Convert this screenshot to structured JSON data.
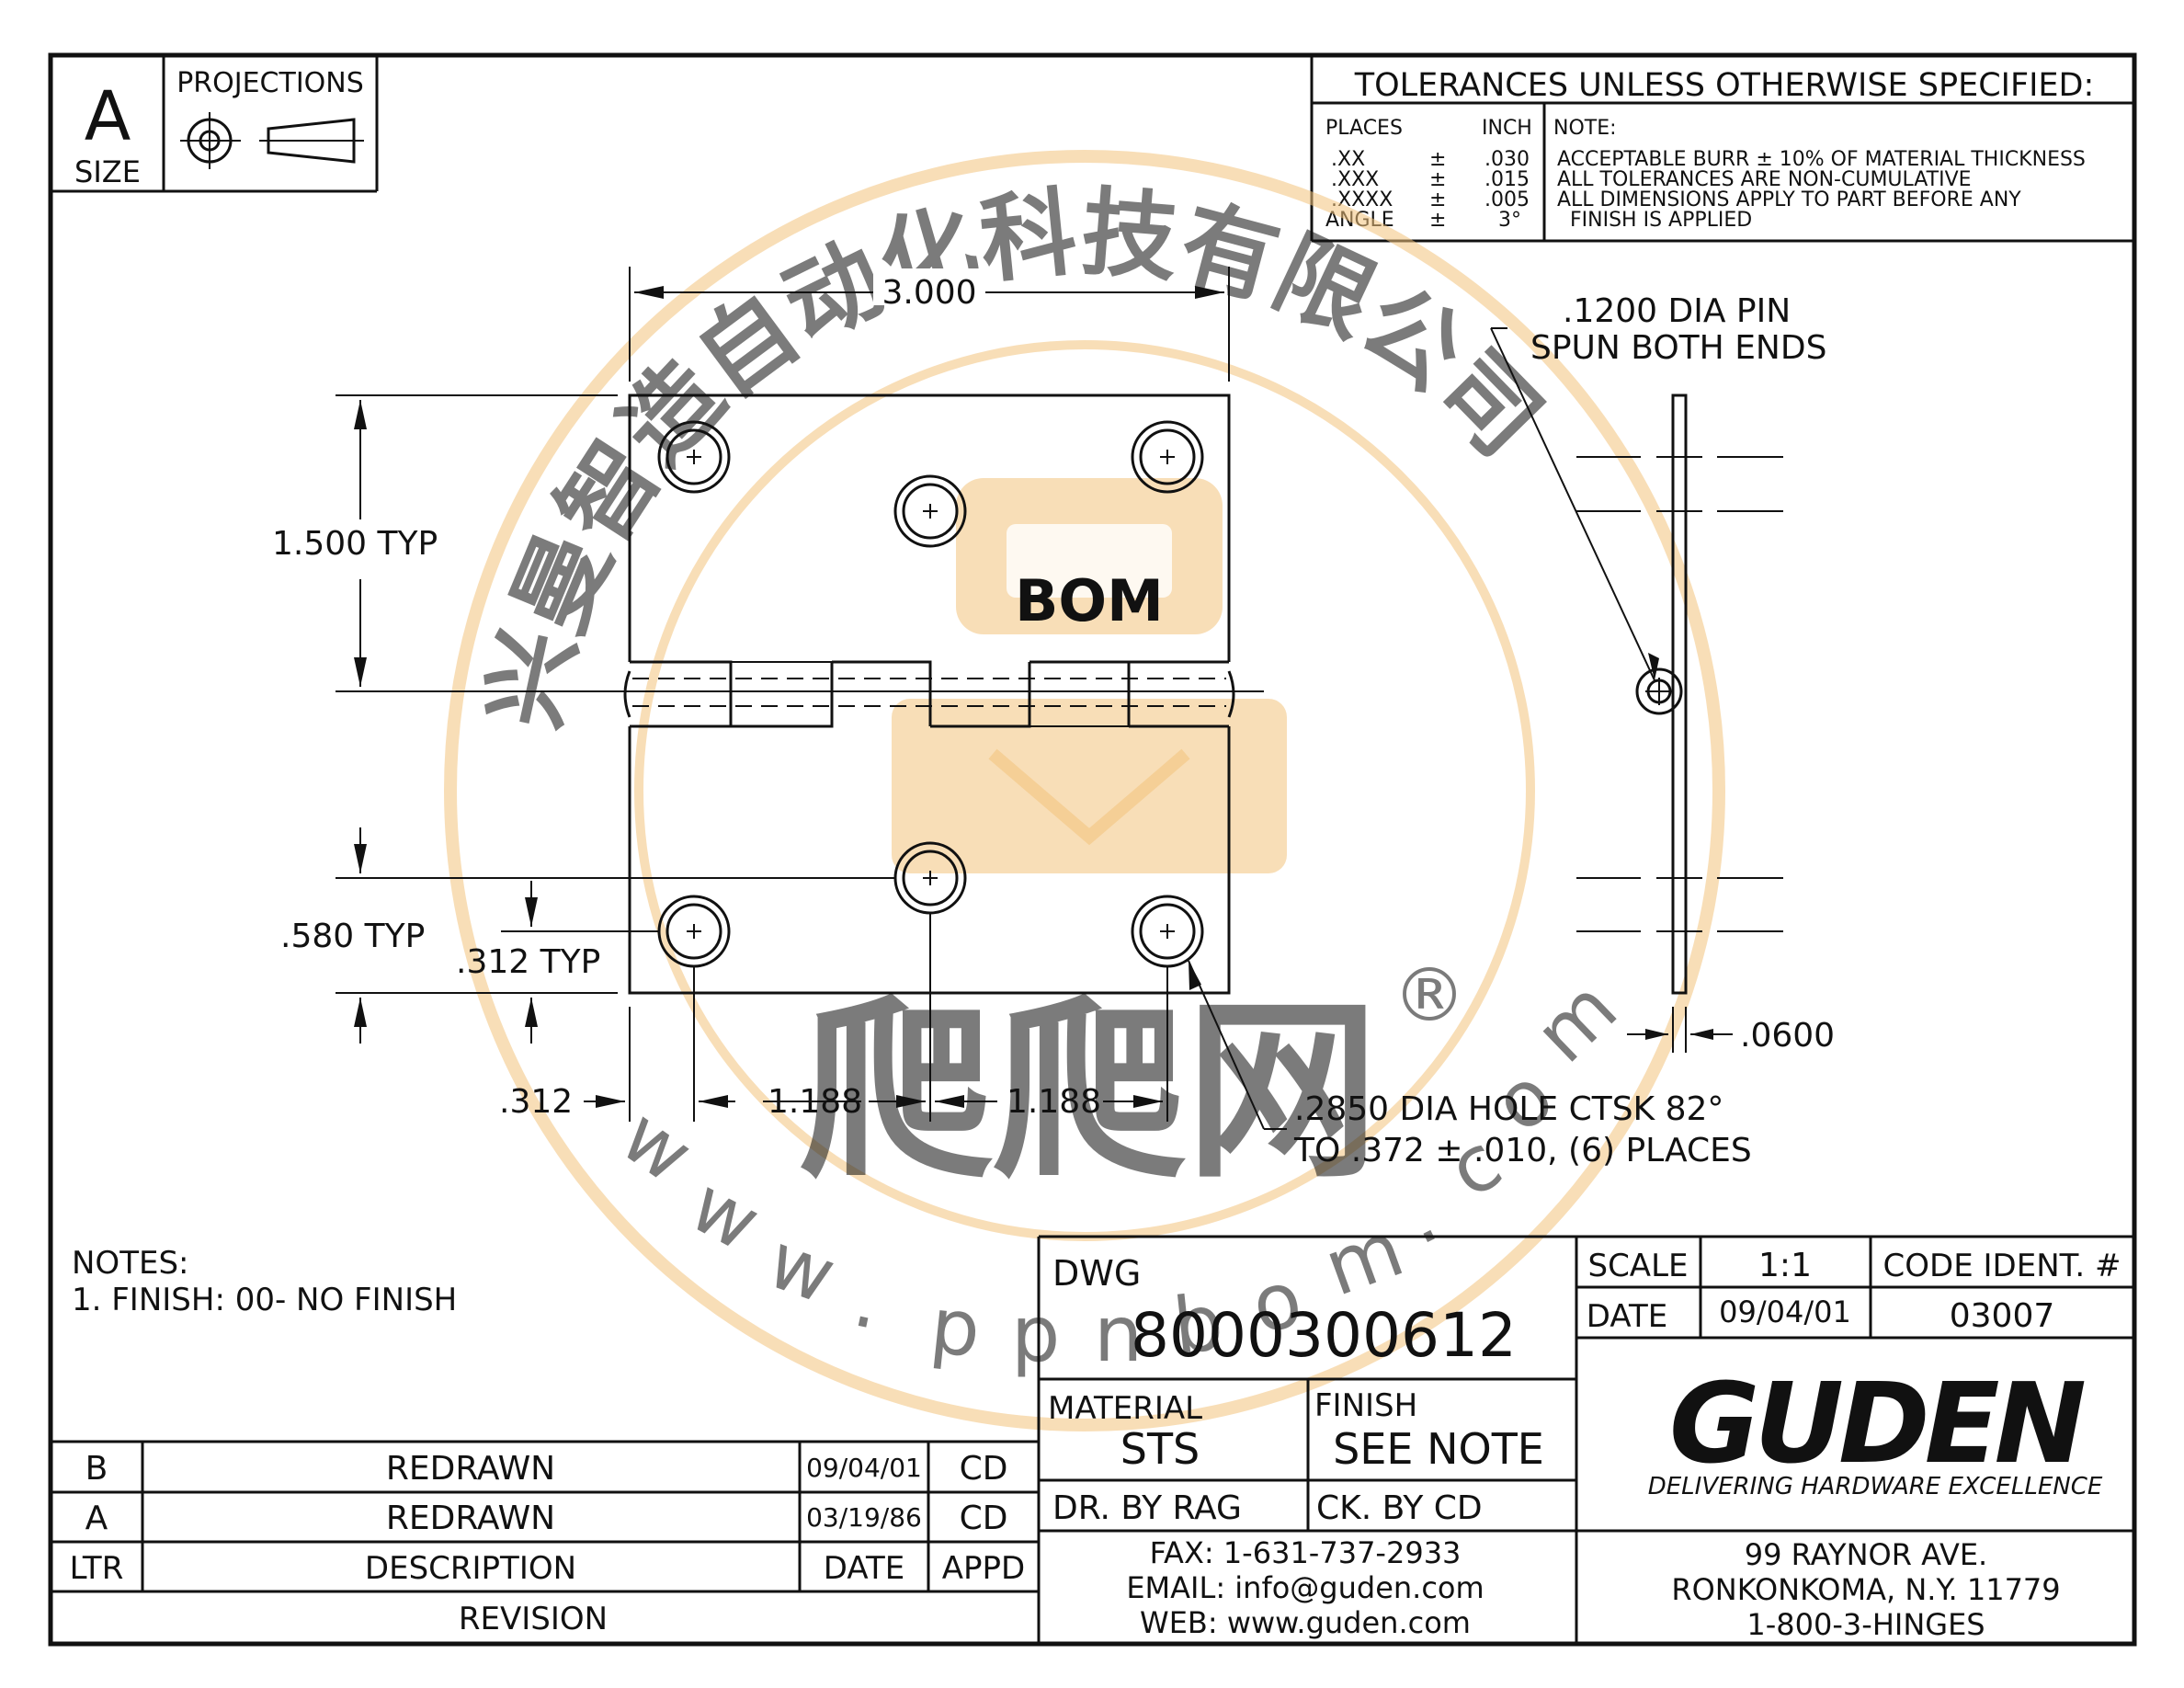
{
  "title_block": {
    "size_letter": "A",
    "size_label": "SIZE",
    "projections_label": "PROJECTIONS",
    "tolerances_title": "TOLERANCES UNLESS OTHERWISE SPECIFIED:",
    "places_header": "PLACES",
    "inch_header": "INCH",
    "note_header": "NOTE:",
    "tolerance_rows": [
      {
        "place": ".XX",
        "pm": "±",
        "value": ".030"
      },
      {
        "place": ".XXX",
        "pm": "±",
        "value": ".015"
      },
      {
        "place": ".XXXX",
        "pm": "±",
        "value": ".005"
      },
      {
        "place": "ANGLE",
        "pm": "±",
        "value": "3°"
      }
    ],
    "tolerance_notes": [
      "ACCEPTABLE BURR ± 10% OF MATERIAL THICKNESS",
      "ALL TOLERANCES ARE NON-CUMULATIVE",
      "ALL DIMENSIONS APPLY TO PART BEFORE ANY",
      "FINISH IS APPLIED"
    ],
    "dwg_label": "DWG",
    "dwg_number": "8000300612",
    "scale_label": "SCALE",
    "scale_value": "1:1",
    "code_ident_label": "CODE IDENT. #",
    "code_ident_value": "03007",
    "date_label": "DATE",
    "date_value": "09/04/01",
    "material_label": "MATERIAL",
    "material_value": "STS",
    "finish_label": "FINISH",
    "finish_value": "SEE NOTE",
    "drawn_by": "DR. BY RAG",
    "checked_by": "CK. BY  CD",
    "fax": "FAX:  1-631-737-2933",
    "email": "EMAIL:  info@guden.com",
    "web": "WEB:  www.guden.com",
    "company_logo": "GUDEN",
    "company_tagline": "DELIVERING HARDWARE EXCELLENCE",
    "address_line1": "99 RAYNOR AVE.",
    "address_line2": "RONKONKOMA, N.Y. 11779",
    "address_line3": "1-800-3-HINGES"
  },
  "revisions": {
    "rows": [
      {
        "ltr": "B",
        "description": "REDRAWN",
        "date": "09/04/01",
        "appd": "CD"
      },
      {
        "ltr": "A",
        "description": "REDRAWN",
        "date": "03/19/86",
        "appd": "CD"
      }
    ],
    "header": {
      "ltr": "LTR",
      "description": "DESCRIPTION",
      "date": "DATE",
      "appd": "APPD"
    },
    "title": "REVISION"
  },
  "notes": {
    "title": "NOTES:",
    "items": [
      "1. FINISH:  00-  NO FINISH"
    ]
  },
  "dimensions": {
    "width": "3.000",
    "leaf_height": "1.500  TYP",
    "hole_offset_y": ".580  TYP",
    "edge_offset_y": ".312  TYP",
    "edge_offset_x": ".312",
    "hole_spacing_1": "1.188",
    "hole_spacing_2": "1.188",
    "thickness": ".0600",
    "pin_note_line1": ".1200  DIA  PIN",
    "pin_note_line2": "SPUN  BOTH  ENDS",
    "hole_note_line1": ".2850  DIA  HOLE  CTSK  82°",
    "hole_note_line2": "TO  .372 ± .010,  (6)  PLACES"
  },
  "watermark": {
    "company_cn": "兴曼智造自动化科技有限公司",
    "logo_text": "BOM",
    "brand_cn": "爬爬网",
    "registered": "®",
    "url_chars": [
      "w",
      "w",
      "w",
      ".",
      "p",
      "p",
      "n",
      "b",
      "o",
      "m",
      ".",
      "c",
      "o",
      "m"
    ]
  }
}
